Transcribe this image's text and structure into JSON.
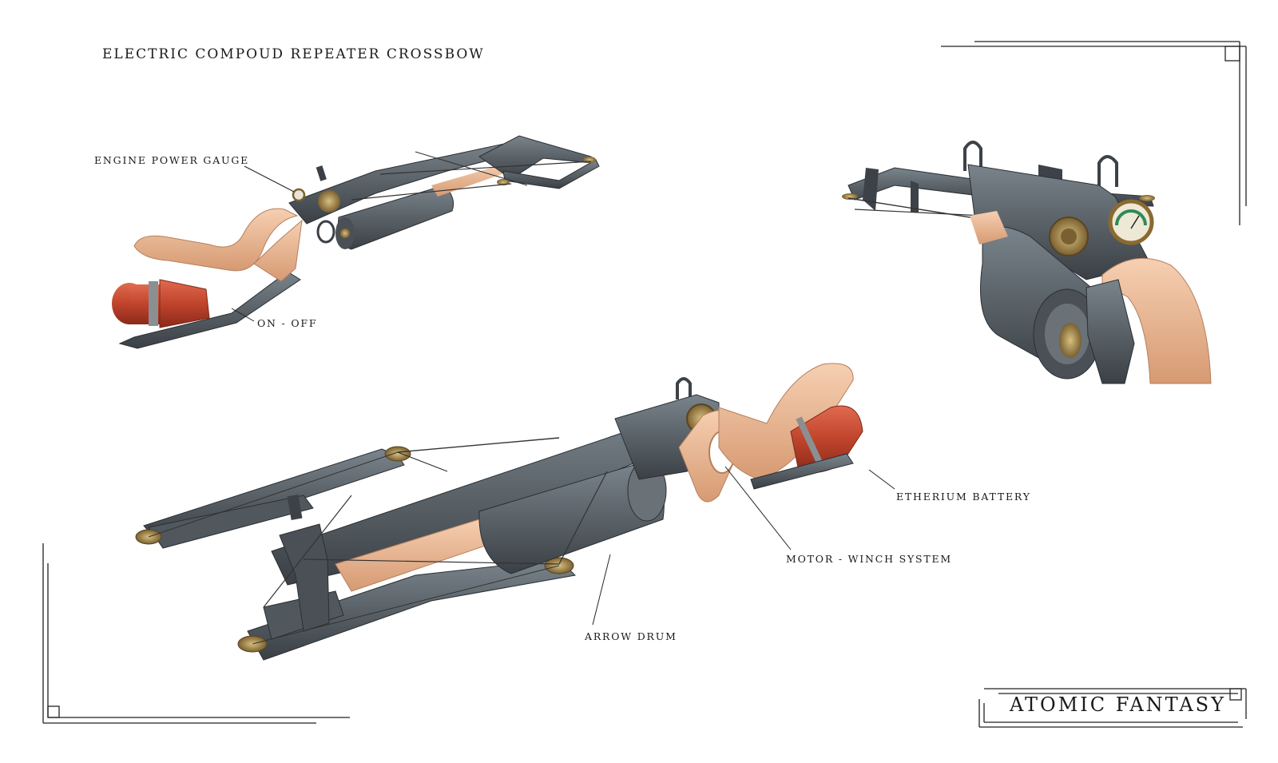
{
  "sheet": {
    "title": "Electric compoud repeater crossbow",
    "brand": "Atomic Fantasy"
  },
  "callouts": {
    "engine_power_gauge": "Engine power gauge",
    "on_off": "On - off",
    "etherium_battery": "Etherium battery",
    "motor_winch_system": "Motor - winch system",
    "arrow_drum": "Arrow drum"
  },
  "palette": {
    "gunmetal": "#5a6268",
    "gunmetal_dark": "#3c4247",
    "skin": "#e8b08a",
    "battery_red": "#c0442c",
    "brass": "#a88a4a",
    "frame_line": "#222222"
  }
}
